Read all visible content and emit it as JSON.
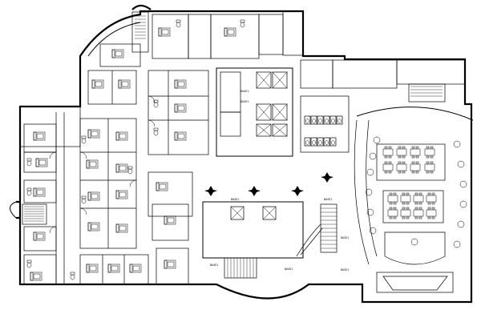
{
  "labels": {
    "a": "BASE1",
    "b": "BASE1",
    "c": "BASE1",
    "d": "BASE1",
    "e": "BASE1",
    "f": "BASE1",
    "g": "BASE1",
    "h": "BASE1"
  }
}
